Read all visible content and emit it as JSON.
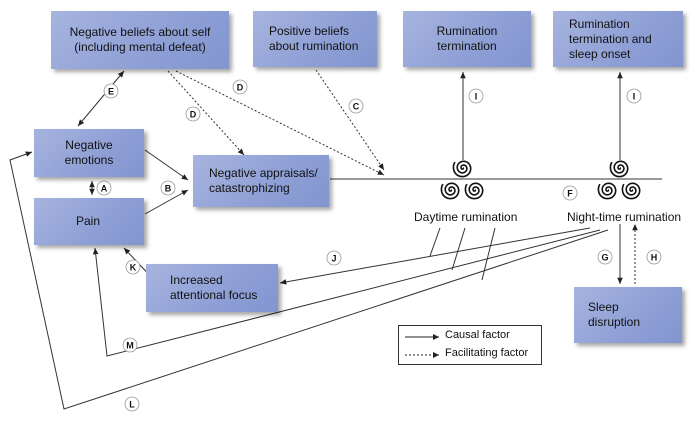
{
  "boxes": {
    "neg_beliefs": "Negative beliefs about self\n(including mental defeat)",
    "pos_beliefs": "Positive beliefs\nabout rumination",
    "rum_term": "Rumination\ntermination",
    "rum_term_sleep": "Rumination\ntermination and\nsleep onset",
    "neg_emotions": "Negative\nemotions",
    "pain": "Pain",
    "appraisals": "Negative appraisals/\ncatastrophizing",
    "attention": "Increased\nattentional focus",
    "sleep_disruption": "Sleep\ndisruption"
  },
  "nodes": {
    "daytime": "Daytime rumination",
    "nighttime": "Night-time rumination"
  },
  "letters": {
    "A": "A",
    "B": "B",
    "C": "C",
    "D1": "D",
    "D2": "D",
    "E": "E",
    "F": "F",
    "G": "G",
    "H": "H",
    "I1": "I",
    "I2": "I",
    "J": "J",
    "K": "K",
    "L": "L",
    "M": "M"
  },
  "legend": {
    "causal": "Causal factor",
    "facilitating": "Facilitating factor"
  }
}
